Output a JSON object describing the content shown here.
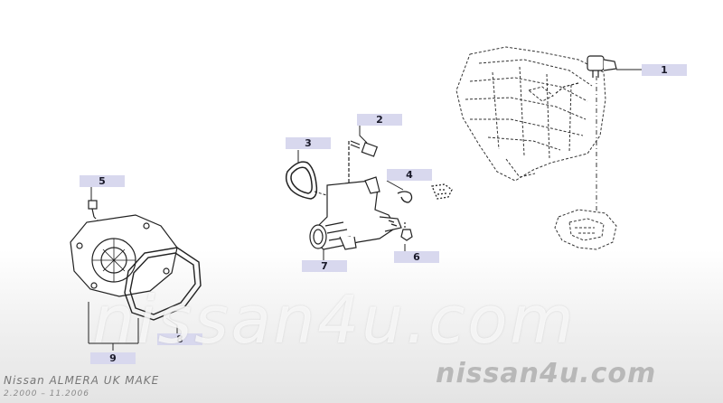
{
  "callouts": [
    "1",
    "2",
    "3",
    "4",
    "5",
    "6",
    "7",
    "8",
    "9"
  ],
  "watermark": "nissan4u.com",
  "brand": "nissan4u.com",
  "footer": {
    "model": "Nissan ALMERA UK MAKE",
    "dates": "2.2000 – 11.2006"
  },
  "colors": {
    "callout_bg": "#d8d8ee",
    "line": "#222222"
  }
}
